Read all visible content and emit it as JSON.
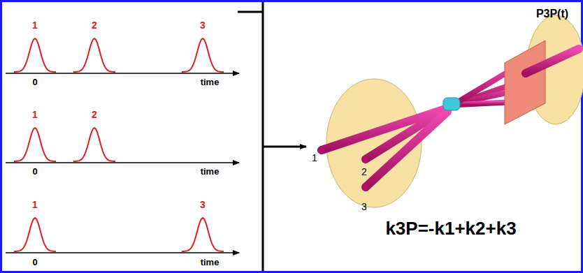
{
  "diagram": {
    "labels": [
      "1",
      "2",
      "3",
      "0",
      "time",
      "1",
      "2",
      "0",
      "time",
      "1",
      "3",
      "0",
      "time",
      "1",
      "2",
      "3",
      "P3P(t)",
      "k3P=-k1+k2+k3"
    ]
  }
}
